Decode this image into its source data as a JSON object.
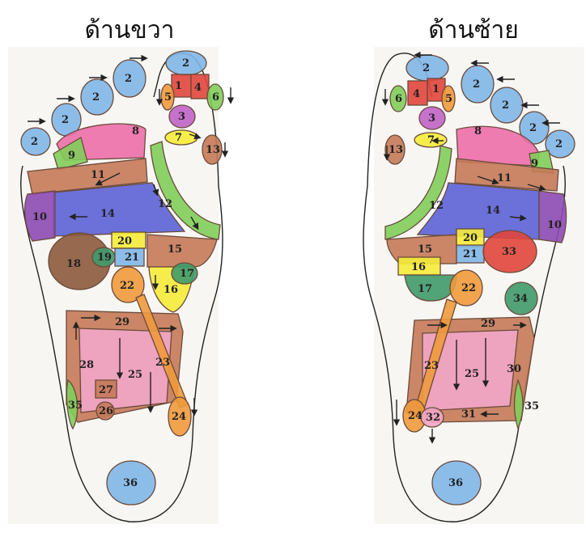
{
  "titles": {
    "right_foot": "ด้านขวา",
    "left_foot": "ด้านซ้าย"
  },
  "colors": {
    "blue": "#7fb7e8",
    "red": "#e0463c",
    "orange": "#f09a3c",
    "green": "#7fce5a",
    "purple": "#c064c8",
    "yellow": "#f5ec3a",
    "pink": "#ec6fa8",
    "brown": "#c47a58",
    "indigo": "#5b63d6",
    "violet": "#8c4ab4",
    "darkbrown": "#8c5a3c",
    "teal": "#3f9a6a",
    "lightpink": "#f2a6c8"
  },
  "right_foot_zones": [
    {
      "label": "1",
      "color": "red"
    },
    {
      "label": "2",
      "color": "blue"
    },
    {
      "label": "3",
      "color": "purple"
    },
    {
      "label": "4",
      "color": "red"
    },
    {
      "label": "5",
      "color": "orange"
    },
    {
      "label": "6",
      "color": "green"
    },
    {
      "label": "7",
      "color": "yellow"
    },
    {
      "label": "8",
      "color": "pink"
    },
    {
      "label": "9",
      "color": "green"
    },
    {
      "label": "10",
      "color": "violet"
    },
    {
      "label": "11",
      "color": "brown"
    },
    {
      "label": "12",
      "color": "green"
    },
    {
      "label": "13",
      "color": "brown"
    },
    {
      "label": "14",
      "color": "indigo"
    },
    {
      "label": "15",
      "color": "brown"
    },
    {
      "label": "16",
      "color": "yellow"
    },
    {
      "label": "17",
      "color": "teal"
    },
    {
      "label": "18",
      "color": "darkbrown"
    },
    {
      "label": "19",
      "color": "teal"
    },
    {
      "label": "20",
      "color": "yellow"
    },
    {
      "label": "21",
      "color": "blue"
    },
    {
      "label": "22",
      "color": "orange"
    },
    {
      "label": "23",
      "color": "orange"
    },
    {
      "label": "24",
      "color": "orange"
    },
    {
      "label": "25",
      "color": "lightpink"
    },
    {
      "label": "26",
      "color": "brown"
    },
    {
      "label": "27",
      "color": "brown"
    },
    {
      "label": "28",
      "color": "brown"
    },
    {
      "label": "29",
      "color": "brown"
    },
    {
      "label": "35",
      "color": "green"
    },
    {
      "label": "36",
      "color": "blue"
    }
  ],
  "left_foot_zones": [
    {
      "label": "1",
      "color": "red"
    },
    {
      "label": "2",
      "color": "blue"
    },
    {
      "label": "3",
      "color": "purple"
    },
    {
      "label": "4",
      "color": "red"
    },
    {
      "label": "5",
      "color": "orange"
    },
    {
      "label": "6",
      "color": "green"
    },
    {
      "label": "7",
      "color": "yellow"
    },
    {
      "label": "8",
      "color": "pink"
    },
    {
      "label": "9",
      "color": "green"
    },
    {
      "label": "10",
      "color": "violet"
    },
    {
      "label": "11",
      "color": "brown"
    },
    {
      "label": "12",
      "color": "green"
    },
    {
      "label": "13",
      "color": "brown"
    },
    {
      "label": "14",
      "color": "indigo"
    },
    {
      "label": "15",
      "color": "brown"
    },
    {
      "label": "16",
      "color": "yellow"
    },
    {
      "label": "17",
      "color": "teal"
    },
    {
      "label": "20",
      "color": "yellow"
    },
    {
      "label": "21",
      "color": "blue"
    },
    {
      "label": "22",
      "color": "orange"
    },
    {
      "label": "23",
      "color": "orange"
    },
    {
      "label": "24",
      "color": "orange"
    },
    {
      "label": "25",
      "color": "lightpink"
    },
    {
      "label": "29",
      "color": "brown"
    },
    {
      "label": "30",
      "color": "brown"
    },
    {
      "label": "31",
      "color": "brown"
    },
    {
      "label": "32",
      "color": "lightpink"
    },
    {
      "label": "33",
      "color": "red"
    },
    {
      "label": "34",
      "color": "teal"
    },
    {
      "label": "35",
      "color": "green"
    },
    {
      "label": "36",
      "color": "blue"
    }
  ]
}
